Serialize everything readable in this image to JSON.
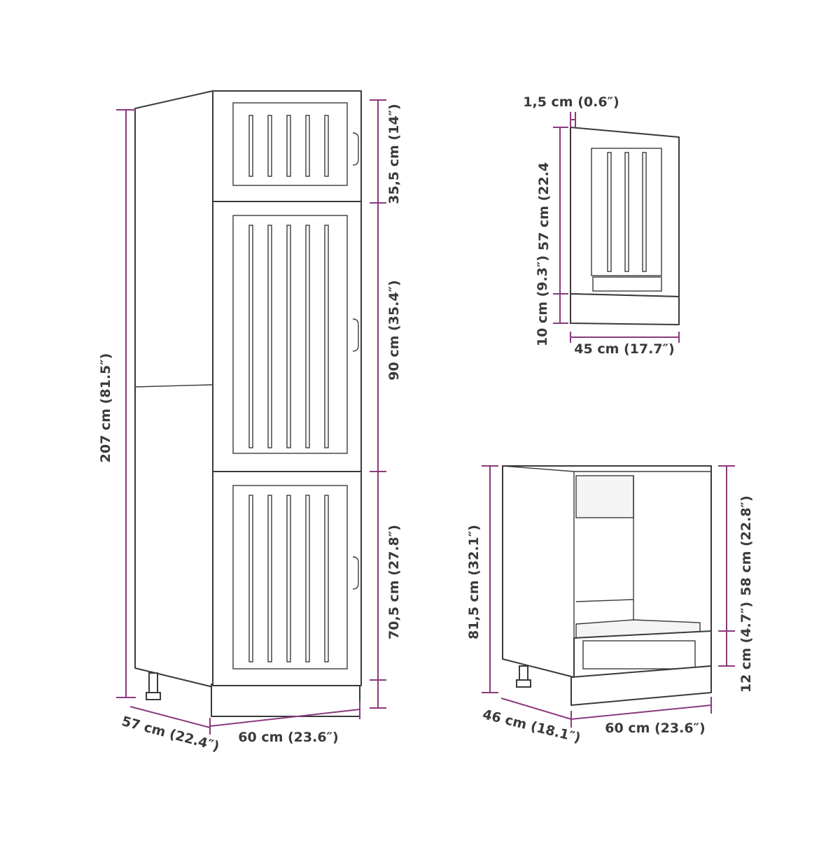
{
  "tall_cabinet": {
    "dim_height_total": "207 cm (81.5″)",
    "dim_top_door": "35,5 cm (14″)",
    "dim_middle_door": "90 cm (35.4″)",
    "dim_bottom_door": "70,5 cm (27.8″)",
    "dim_depth": "57 cm (22.4″)",
    "dim_width": "60 cm (23.6″)"
  },
  "door_panel": {
    "dim_thickness": "1,5 cm (0.6″)",
    "dim_height_in": "57 cm (22.4",
    "dim_lower_in": "10 cm (9.3″)",
    "dim_width": "45 cm (17.7″)"
  },
  "oven_cabinet": {
    "dim_height_total": "81,5 cm (32.1″)",
    "dim_opening": "58 cm (22.8″)",
    "dim_drawer": "12 cm (4.7″)",
    "dim_depth": "46 cm (18.1″)",
    "dim_width": "60 cm (23.6″)"
  }
}
